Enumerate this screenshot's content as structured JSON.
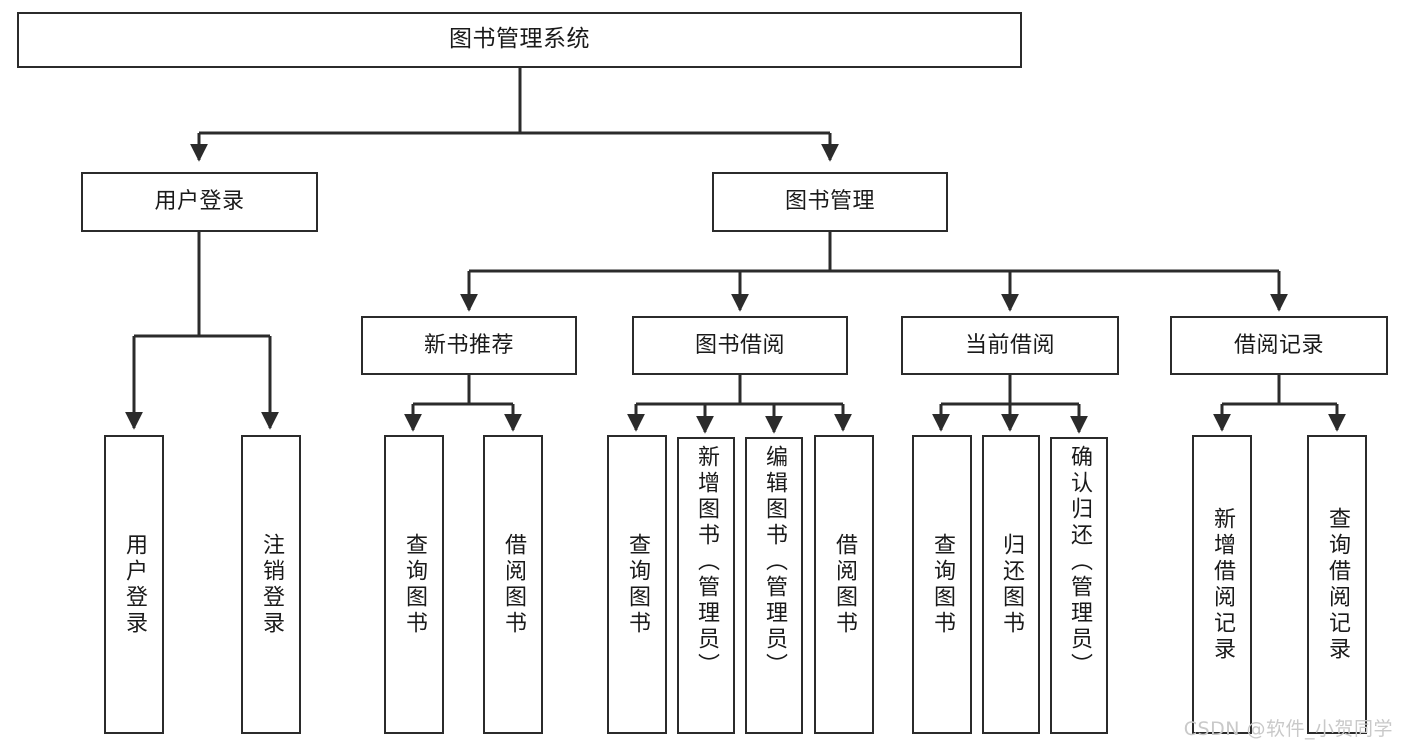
{
  "diagram": {
    "type": "tree-hierarchy",
    "title": "图书管理系统",
    "watermark": "CSDN @软件_小贺同学",
    "colors": {
      "box_border": "#2b2b2b",
      "box_fill": "#ffffff",
      "connector": "#2b2b2b",
      "text": "#1a1a1a",
      "watermark": "#c9c9c9"
    },
    "levels": {
      "root": "图书管理系统",
      "level1": [
        "用户登录",
        "图书管理"
      ],
      "level2": [
        "新书推荐",
        "图书借阅",
        "当前借阅",
        "借阅记录"
      ]
    },
    "nodes": {
      "root": {
        "label": "图书管理系统"
      },
      "user_login": {
        "label": "用户登录"
      },
      "book_mgmt": {
        "label": "图书管理"
      },
      "new_book_rec": {
        "label": "新书推荐"
      },
      "book_borrow": {
        "label": "图书借阅"
      },
      "current_borrow": {
        "label": "当前借阅"
      },
      "borrow_record": {
        "label": "借阅记录"
      },
      "leaf_user_login": {
        "label": "用户登录"
      },
      "leaf_logout": {
        "label": "注销登录"
      },
      "leaf_query_books_a": {
        "label": "查询图书"
      },
      "leaf_borrow_books_a": {
        "label": "借阅图书"
      },
      "leaf_query_books_b": {
        "label": "查询图书"
      },
      "leaf_add_book_admin": {
        "label": "新增图书（管理员）"
      },
      "leaf_edit_book_admin": {
        "label": "编辑图书（管理员）"
      },
      "leaf_borrow_books_b": {
        "label": "借阅图书"
      },
      "leaf_query_books_c": {
        "label": "查询图书"
      },
      "leaf_return_book": {
        "label": "归还图书"
      },
      "leaf_confirm_return_admin": {
        "label": "确认归还（管理员）"
      },
      "leaf_add_record": {
        "label": "新增借阅记录"
      },
      "leaf_query_record": {
        "label": "查询借阅记录"
      }
    },
    "edges": [
      {
        "from": "root",
        "to": "user_login"
      },
      {
        "from": "root",
        "to": "book_mgmt"
      },
      {
        "from": "user_login",
        "to": "leaf_user_login"
      },
      {
        "from": "user_login",
        "to": "leaf_logout"
      },
      {
        "from": "book_mgmt",
        "to": "new_book_rec"
      },
      {
        "from": "book_mgmt",
        "to": "book_borrow"
      },
      {
        "from": "book_mgmt",
        "to": "current_borrow"
      },
      {
        "from": "book_mgmt",
        "to": "borrow_record"
      },
      {
        "from": "new_book_rec",
        "to": "leaf_query_books_a"
      },
      {
        "from": "new_book_rec",
        "to": "leaf_borrow_books_a"
      },
      {
        "from": "book_borrow",
        "to": "leaf_query_books_b"
      },
      {
        "from": "book_borrow",
        "to": "leaf_add_book_admin"
      },
      {
        "from": "book_borrow",
        "to": "leaf_edit_book_admin"
      },
      {
        "from": "book_borrow",
        "to": "leaf_borrow_books_b"
      },
      {
        "from": "current_borrow",
        "to": "leaf_query_books_c"
      },
      {
        "from": "current_borrow",
        "to": "leaf_return_book"
      },
      {
        "from": "current_borrow",
        "to": "leaf_confirm_return_admin"
      },
      {
        "from": "borrow_record",
        "to": "leaf_add_record"
      },
      {
        "from": "borrow_record",
        "to": "leaf_query_record"
      }
    ]
  }
}
